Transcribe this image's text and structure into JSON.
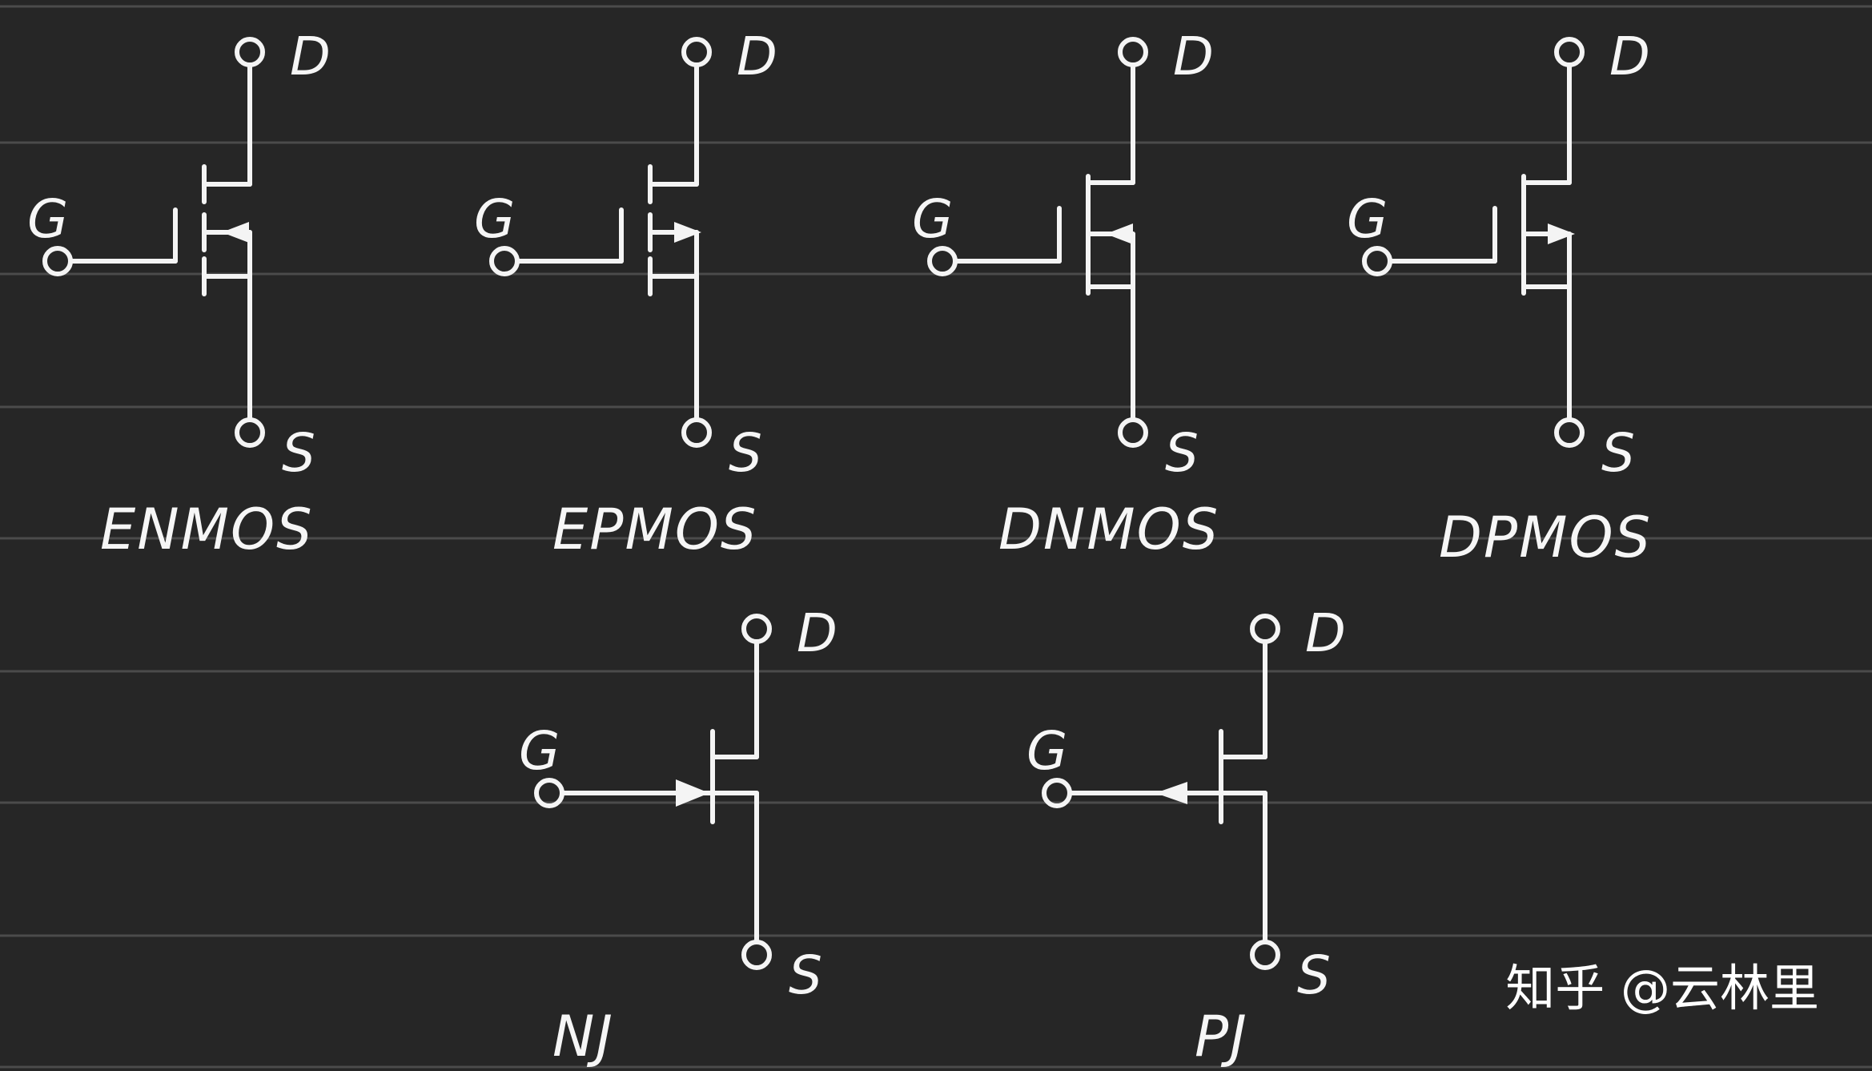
{
  "terminal_labels": {
    "gate": "G",
    "drain": "D",
    "source": "S"
  },
  "symbols": [
    {
      "key": "enmos",
      "name": "ENMOS",
      "kind": "mosfet",
      "channel": "segmented",
      "arrow": "in"
    },
    {
      "key": "epmos",
      "name": "EPMOS",
      "kind": "mosfet",
      "channel": "segmented",
      "arrow": "out"
    },
    {
      "key": "dnmos",
      "name": "DNMOS",
      "kind": "mosfet",
      "channel": "solid",
      "arrow": "in"
    },
    {
      "key": "dpmos",
      "name": "DPMOS",
      "kind": "mosfet",
      "channel": "solid",
      "arrow": "out"
    },
    {
      "key": "nj",
      "name": "NJ",
      "kind": "jfet",
      "arrow": "in"
    },
    {
      "key": "pj",
      "name": "PJ",
      "kind": "jfet",
      "arrow": "out"
    }
  ],
  "watermark": "知乎 @云林里",
  "colors": {
    "background": "#262626",
    "ink": "#f4f4f4",
    "ruled_line": "#6a6a6a"
  }
}
